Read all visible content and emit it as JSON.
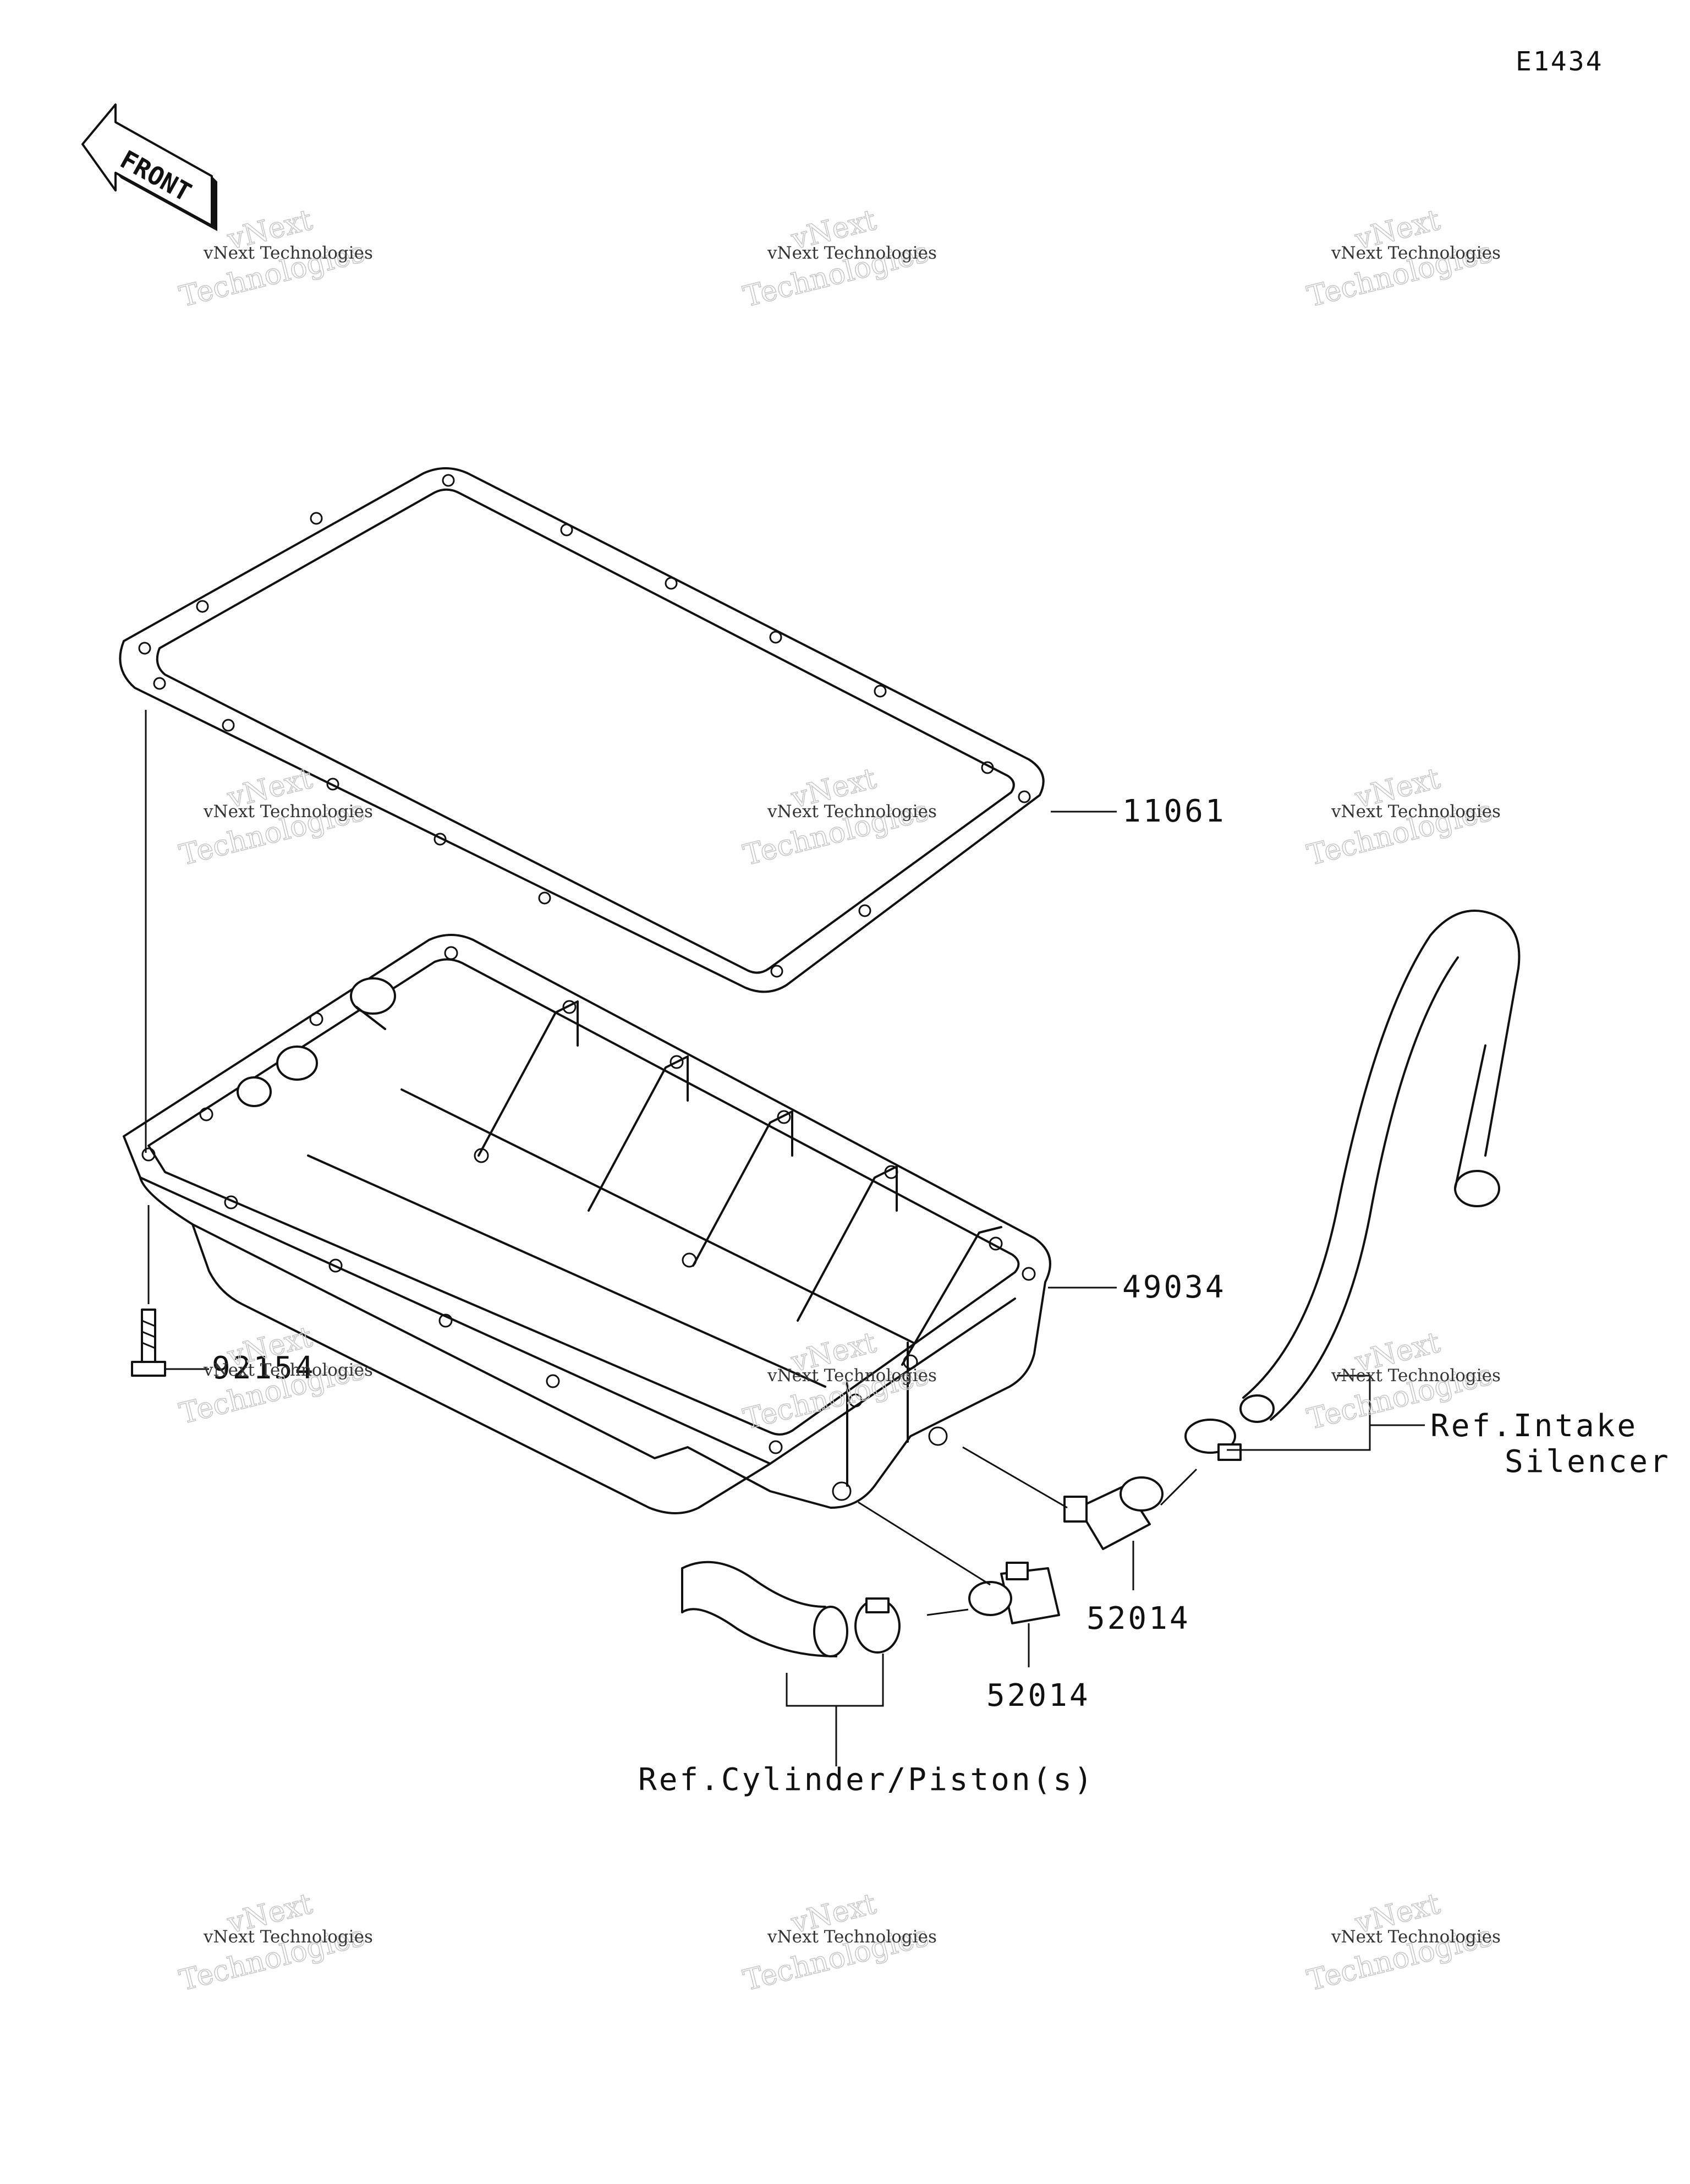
{
  "diagram_code": "E1434",
  "front_label": "FRONT",
  "parts": {
    "gasket": "11061",
    "oil_pan": "49034",
    "bolt": "92154",
    "fitting_upper": "52014",
    "fitting_lower": "52014"
  },
  "refs": {
    "intake_line1": "Ref.Intake",
    "intake_line2": "Silencer",
    "cylinder": "Ref.Cylinder/Piston(s)"
  },
  "watermark": {
    "line1": "vNext Technologies",
    "line2": "vNext",
    "line3": "Technologies"
  }
}
